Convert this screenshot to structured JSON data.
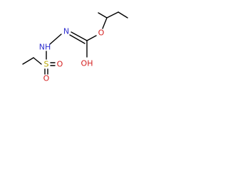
{
  "colors": {
    "bond": "#000000",
    "nitrogen": "#2f2fcf",
    "oxygen": "#d42020",
    "sulfur": "#b8a400"
  },
  "atoms": {
    "nitrogen_top": "N",
    "nitrogen_bottom": "NH",
    "oxygen_ester": "O",
    "oxygen_hydroxyl": "OH",
    "sulfur": "S",
    "oxygen_sulfonyl_right": "O",
    "oxygen_sulfonyl_bottom": "O"
  }
}
